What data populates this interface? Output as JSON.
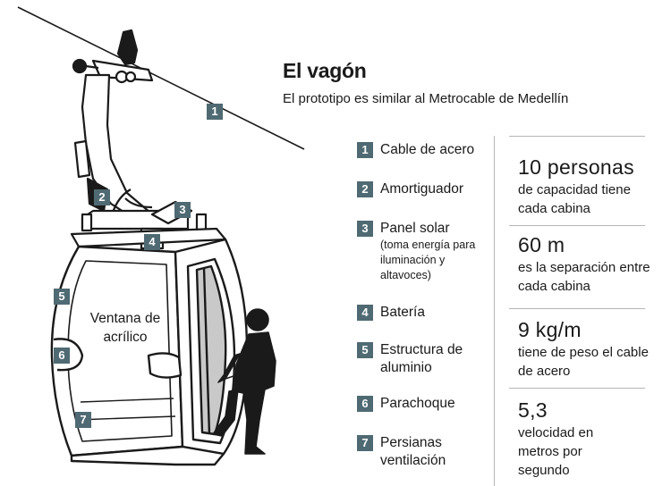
{
  "header": {
    "title": "El vagón",
    "subtitle": "El prototipo es similar al Metrocable de Medellín"
  },
  "legend": [
    {
      "number": "1",
      "label": "Cable de acero",
      "note": ""
    },
    {
      "number": "2",
      "label": "Amortiguador",
      "note": ""
    },
    {
      "number": "3",
      "label": "Panel solar",
      "note": "(toma energía para iluminación y altavoces)"
    },
    {
      "number": "4",
      "label": "Batería",
      "note": ""
    },
    {
      "number": "5",
      "label": "Estructura de aluminio",
      "note": ""
    },
    {
      "number": "6",
      "label": "Parachoque",
      "note": ""
    },
    {
      "number": "7",
      "label": "Persianas ventilación",
      "note": ""
    }
  ],
  "stats": [
    {
      "value": "10 personas",
      "description": "de capacidad tiene cada cabina"
    },
    {
      "value": "60 m",
      "description": "es la separación entre cada cabina"
    },
    {
      "value": "9 kg/m",
      "description": "tiene de peso el cable de acero"
    },
    {
      "value": "5,3",
      "description": "velocidad en metros por segundo"
    }
  ],
  "illustration": {
    "window_label": "Ventana de acrílico",
    "badges": [
      "1",
      "2",
      "3",
      "4",
      "5",
      "6",
      "7"
    ]
  },
  "colors": {
    "badge": "#4f6a73",
    "ink": "#1a1a1a",
    "glass": "#c9c9c9",
    "rule": "#b5b5b5"
  }
}
